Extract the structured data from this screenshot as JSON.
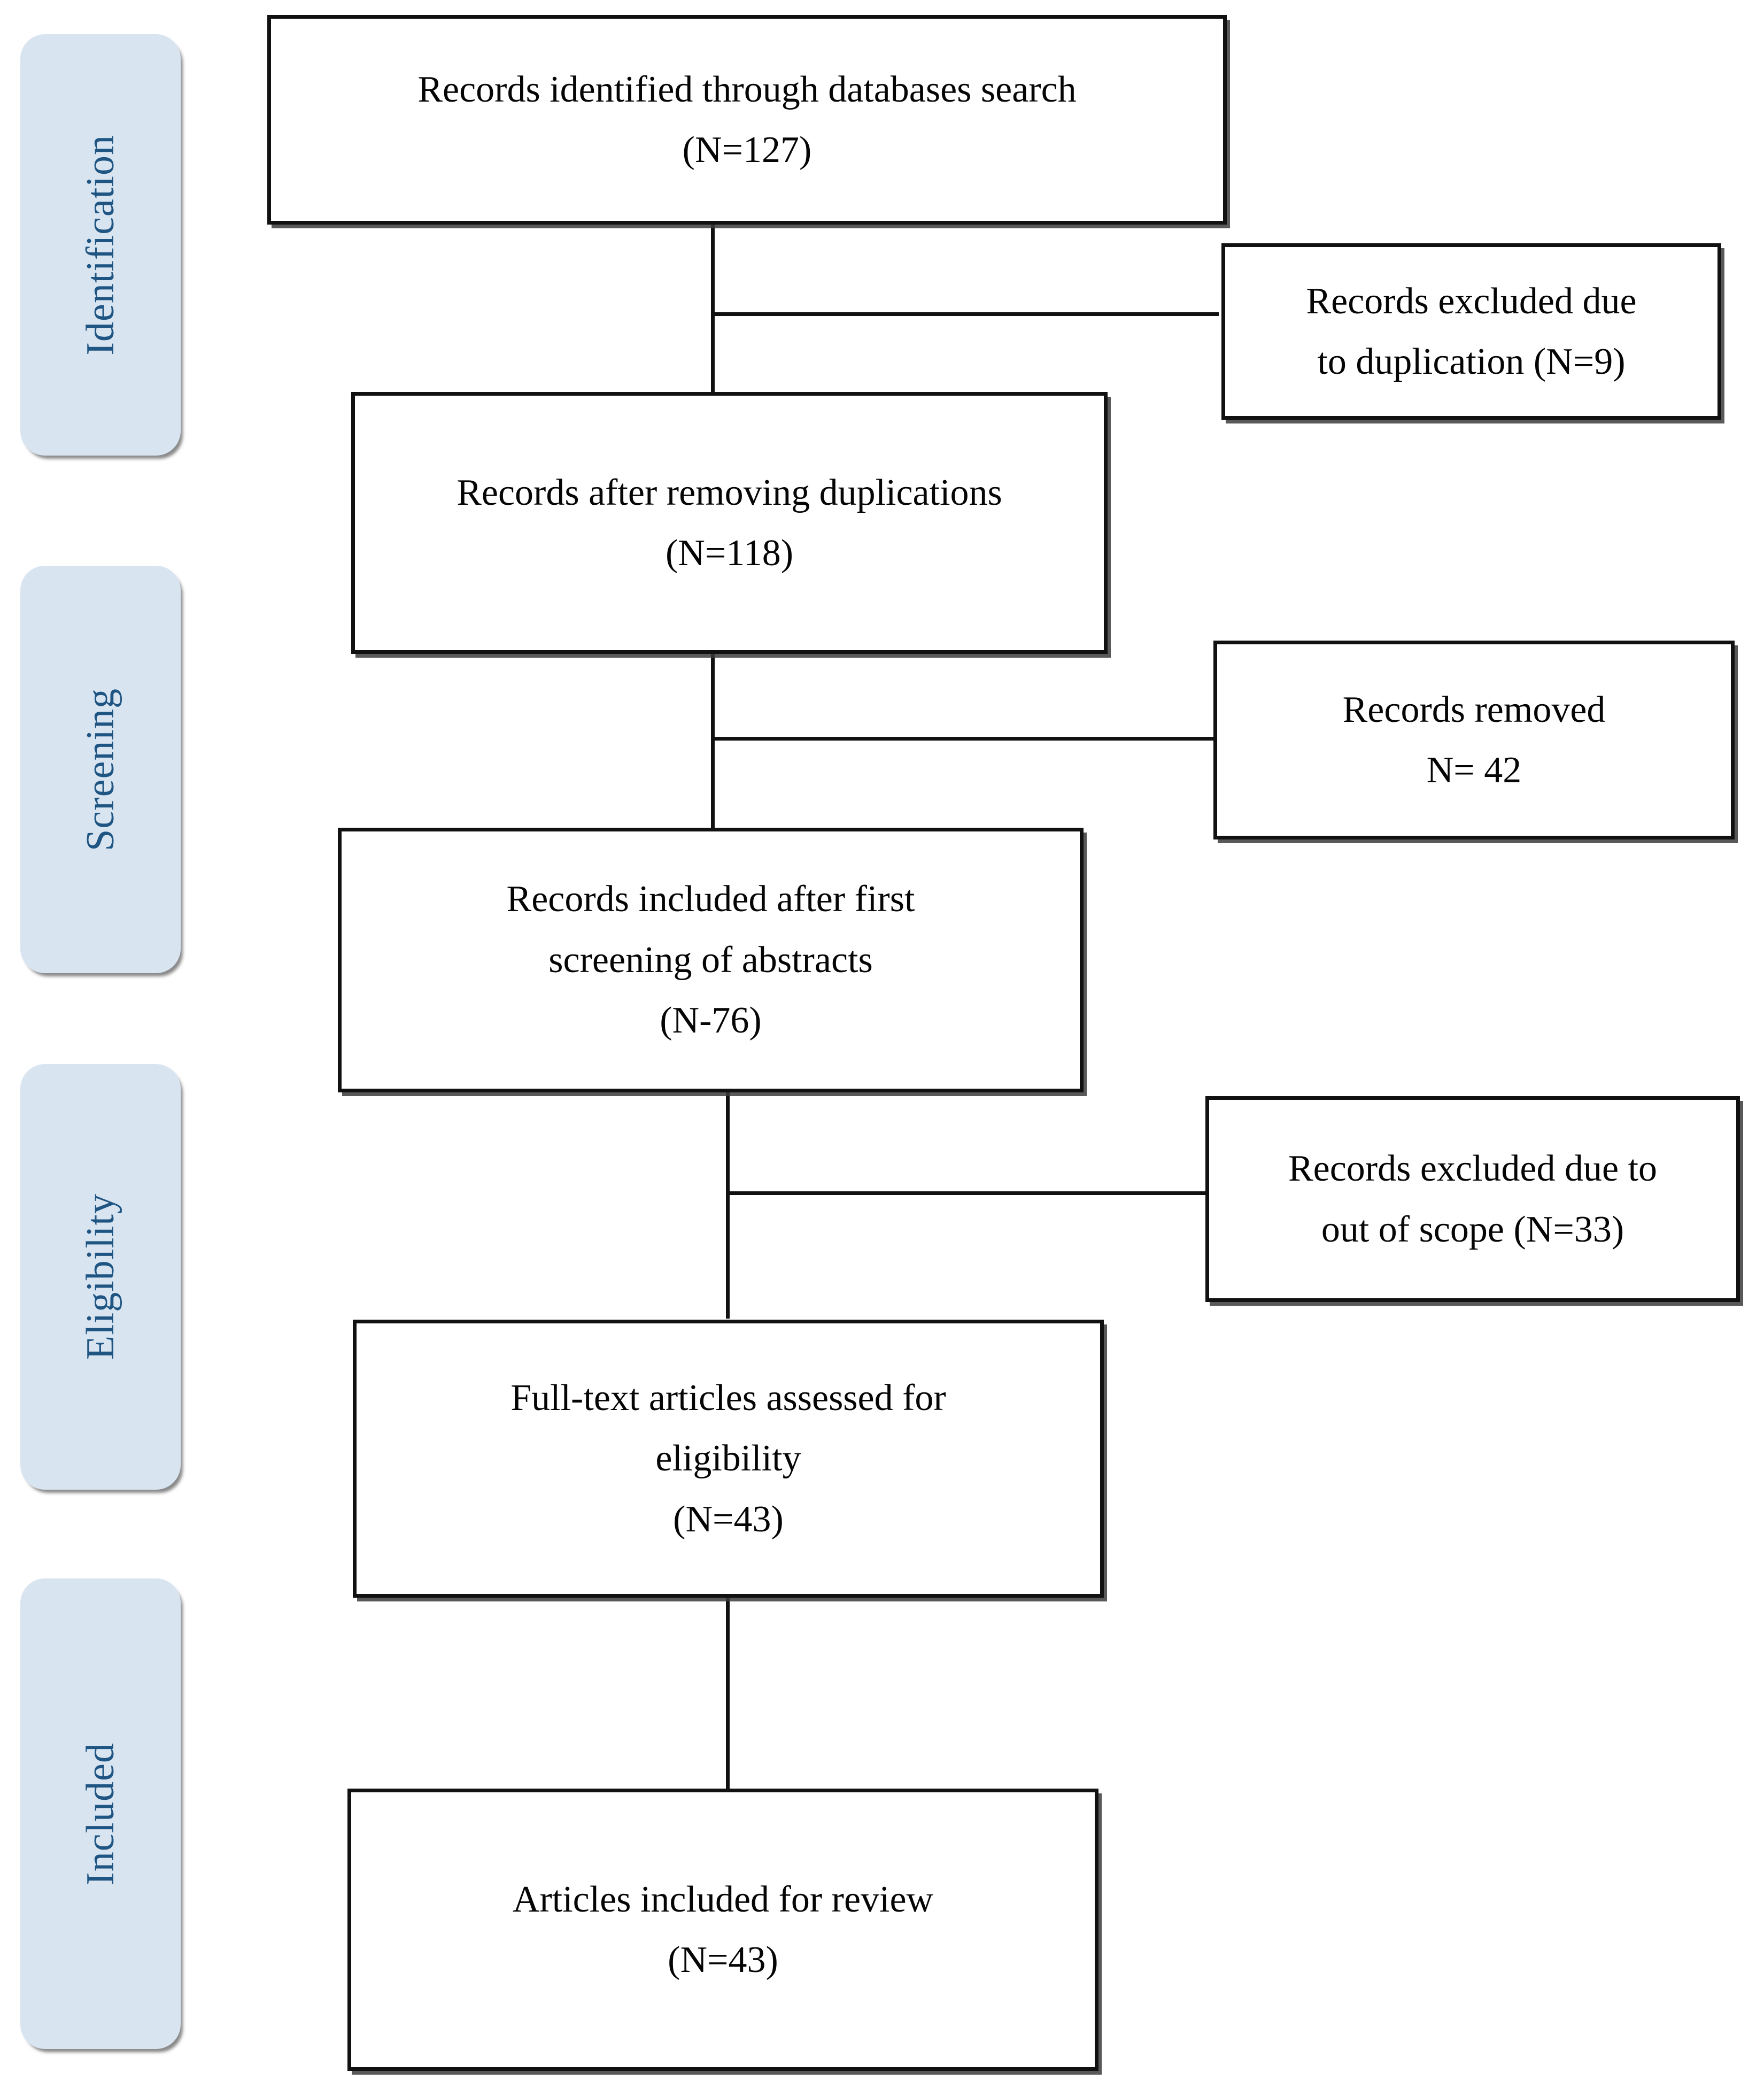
{
  "figure": {
    "type": "prisma-flow-diagram",
    "colors": {
      "stage_fill": "#d9e4f1",
      "stage_text": "#1f5582",
      "box_border": "#111111",
      "box_fill": "#ffffff",
      "connector": "#111111"
    }
  },
  "stages": [
    {
      "label": "Identification"
    },
    {
      "label": "Screening"
    },
    {
      "label": "Eligibility"
    },
    {
      "label": "Included"
    }
  ],
  "flow_boxes": [
    {
      "id": "records-identified",
      "lines": [
        "Records identified through databases search",
        "(N=127)"
      ]
    },
    {
      "id": "records-after-duplicates",
      "lines": [
        "Records after removing duplications",
        "(N=118)"
      ]
    },
    {
      "id": "records-after-first-screening",
      "lines": [
        "Records included after first",
        "screening of abstracts",
        "(N-76)"
      ]
    },
    {
      "id": "full-text-assessed",
      "lines": [
        "Full-text articles assessed for",
        "eligibility",
        "(N=43)"
      ]
    },
    {
      "id": "articles-included",
      "lines": [
        "Articles included for review",
        "(N=43)"
      ]
    }
  ],
  "exclusion_boxes": [
    {
      "id": "excluded-duplication",
      "lines": [
        "Records excluded due",
        "to duplication (N=9)"
      ]
    },
    {
      "id": "records-removed",
      "lines": [
        "Records removed",
        "N= 42"
      ]
    },
    {
      "id": "excluded-out-of-scope",
      "lines": [
        "Records excluded due to",
        "out of scope (N=33)"
      ]
    }
  ],
  "chart_data": {
    "type": "diagram",
    "title": "PRISMA flow diagram",
    "nodes": [
      {
        "stage": "Identification",
        "label": "Records identified through databases search",
        "n": 127
      },
      {
        "stage": "Identification",
        "label": "Records excluded due to duplication",
        "n": 9,
        "kind": "exclusion"
      },
      {
        "stage": "Screening",
        "label": "Records after removing duplications",
        "n": 118
      },
      {
        "stage": "Screening",
        "label": "Records removed",
        "n": 42,
        "kind": "exclusion"
      },
      {
        "stage": "Screening",
        "label": "Records included after first screening of abstracts",
        "n": 76
      },
      {
        "stage": "Eligibility",
        "label": "Records excluded due to out of scope",
        "n": 33,
        "kind": "exclusion"
      },
      {
        "stage": "Eligibility",
        "label": "Full-text articles assessed for eligibility",
        "n": 43
      },
      {
        "stage": "Included",
        "label": "Articles included for review",
        "n": 43
      }
    ]
  }
}
